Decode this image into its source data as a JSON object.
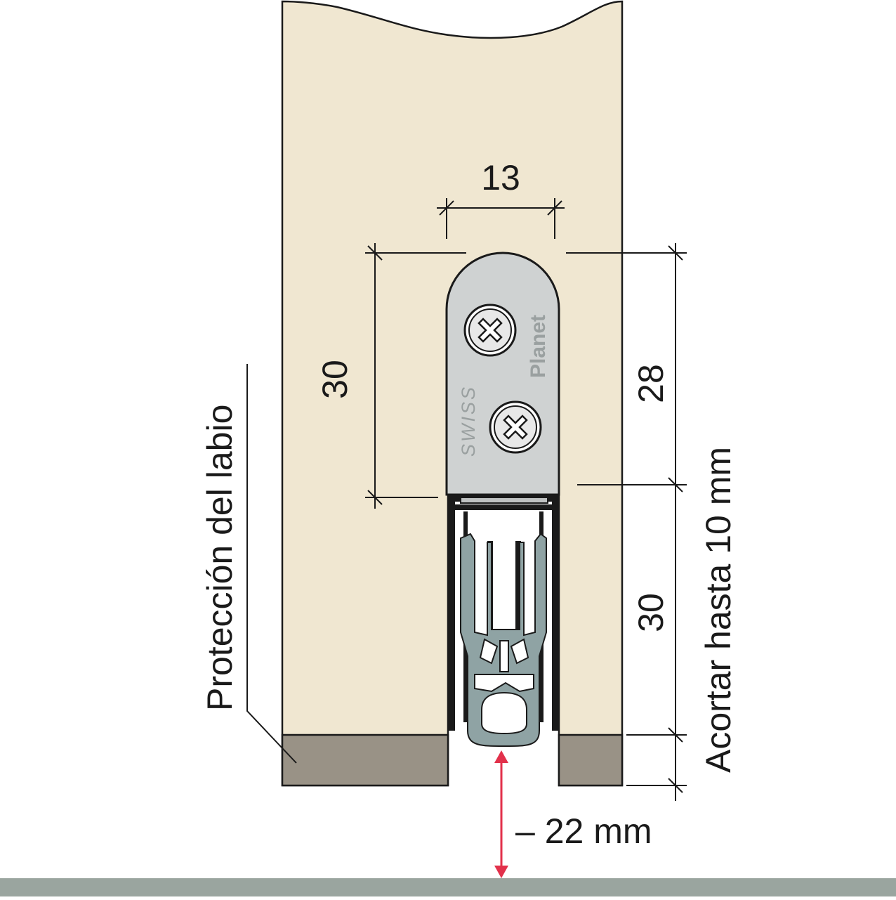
{
  "dimensions": {
    "width_top": "13",
    "height_left": "30",
    "height_right_upper": "28",
    "height_right_lower": "30",
    "gap": "– 22 mm"
  },
  "labels": {
    "lip_protection": "Protección del labio",
    "shorten_note": "Acortar hasta 10 mm"
  },
  "brand": {
    "name": "Planet",
    "origin": "SWISS"
  },
  "colors": {
    "door": "#f0e7d1",
    "lip_protection": "#999286",
    "cap": "#cfd2d2",
    "seal": "#8fa3a4",
    "floor": "#9aa59f",
    "arrow": "#e2314b"
  },
  "icons": [
    "screw-head-icon",
    "screw-head-icon"
  ]
}
